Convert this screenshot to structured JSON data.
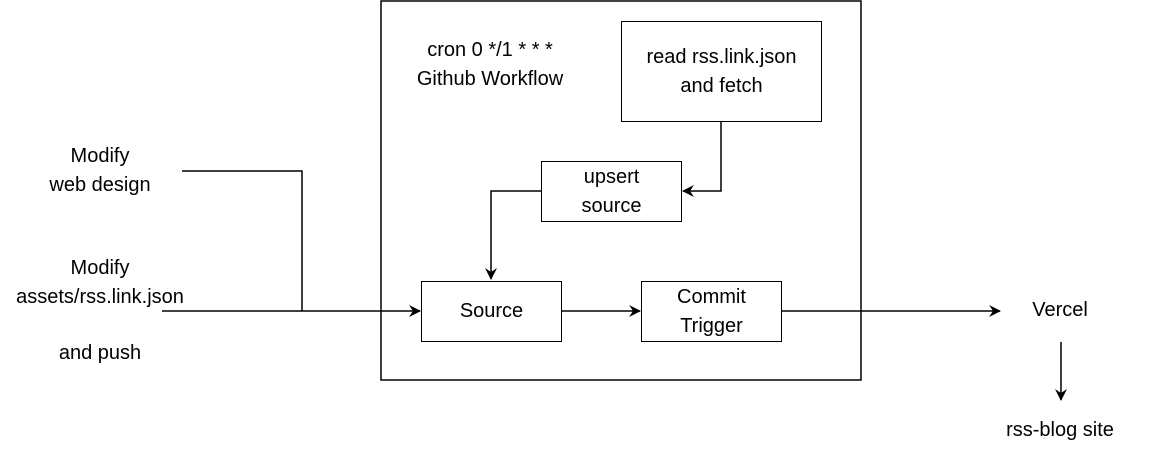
{
  "workflow": {
    "schedule_label": "cron 0 */1 * * *",
    "name_label": "Github Workflow"
  },
  "nodes": {
    "read_fetch": {
      "line1": "read rss.link.json",
      "line2": "and fetch"
    },
    "upsert": {
      "line1": "upsert",
      "line2": "source"
    },
    "source": {
      "label": "Source"
    },
    "commit": {
      "line1": "Commit",
      "line2": "Trigger"
    },
    "vercel": {
      "label": "Vercel"
    },
    "site": {
      "label": "rss-blog site"
    }
  },
  "inputs": {
    "design": {
      "line1": "Modify",
      "line2": "web design"
    },
    "assets": {
      "line1": "Modify",
      "line2": "assets/rss.link.json",
      "line3": "and push"
    }
  }
}
